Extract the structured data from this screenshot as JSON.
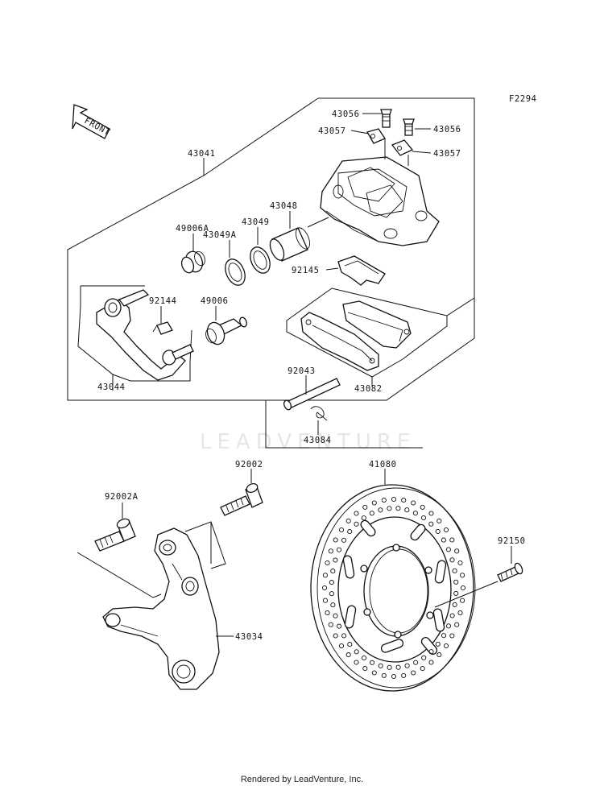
{
  "figure_code": "F2294",
  "front_label": "FRONT",
  "watermark": "LEADVENTURE",
  "credit": "Rendered by LeadVenture, Inc.",
  "labels": {
    "p43056a": "43056",
    "p43057a": "43057",
    "p43056b": "43056",
    "p43057b": "43057",
    "p43041": "43041",
    "p43048": "43048",
    "p43049": "43049",
    "p43049A": "43049A",
    "p49006A": "49006A",
    "p92145": "92145",
    "p92144": "92144",
    "p49006": "49006",
    "p92043": "92043",
    "p43082": "43082",
    "p43044": "43044",
    "p43084": "43084",
    "p92002": "92002",
    "p41080": "41080",
    "p92002A": "92002A",
    "p92150": "92150",
    "p43034": "43034"
  }
}
